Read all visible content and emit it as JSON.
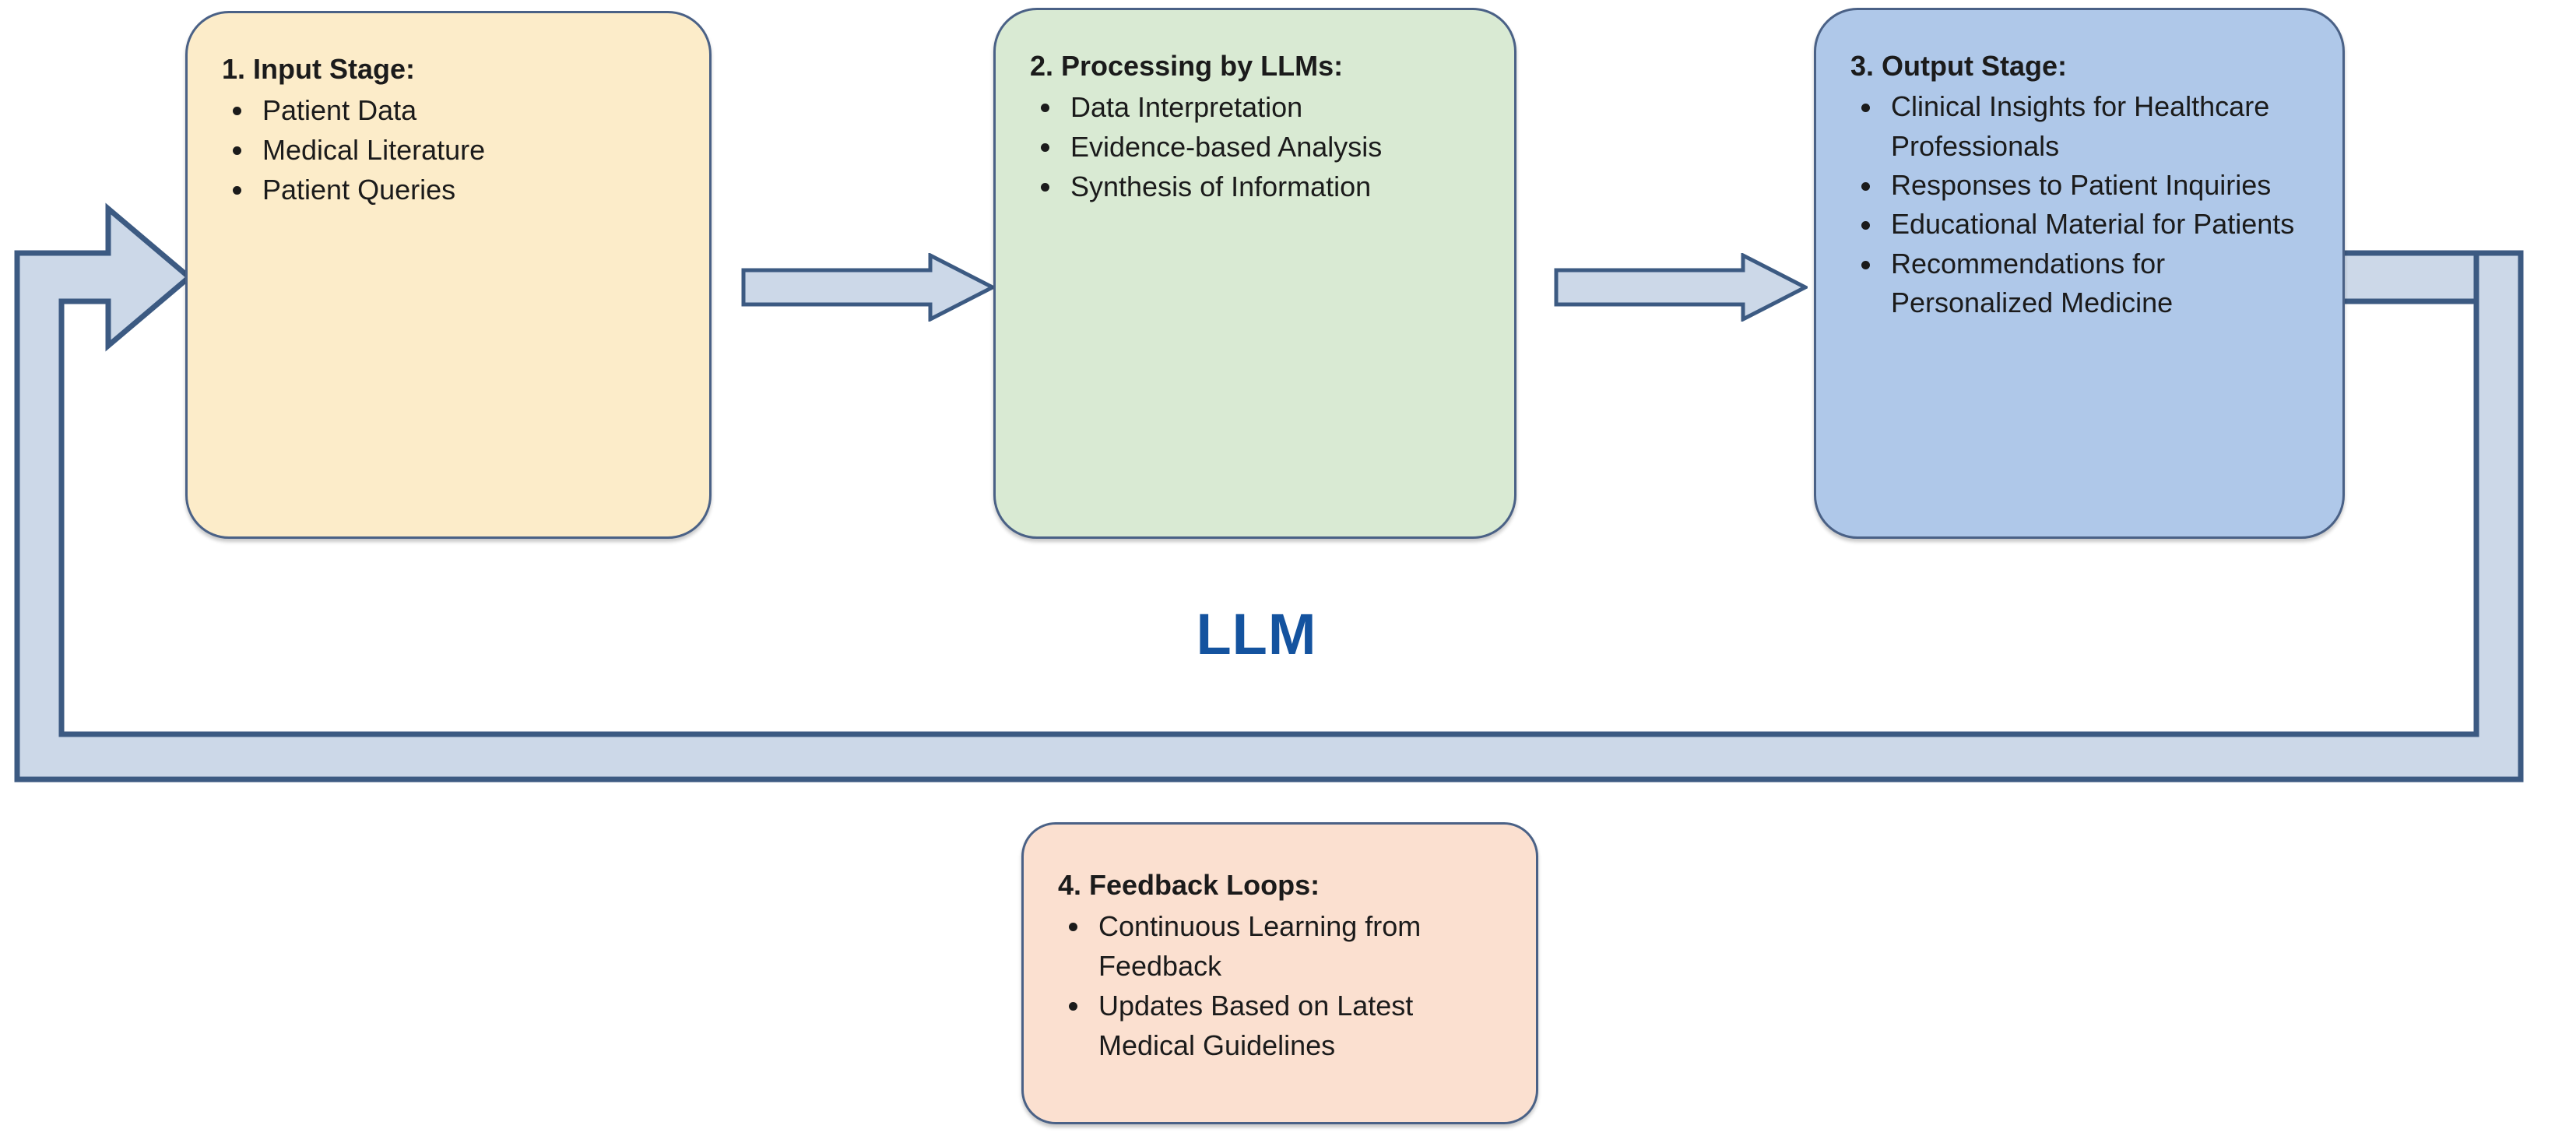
{
  "diagram": {
    "center_label": "LLM",
    "colors": {
      "input_fill": "#fcecc9",
      "processing_fill": "#d9ead3",
      "output_fill": "#afc8e9",
      "feedback_fill": "#fbe0d0",
      "node_border": "#4a6186",
      "arrow_fill": "#ccd8e8",
      "arrow_border": "#3c5a82",
      "label_color": "#14539f",
      "text_color": "#1b1b1b"
    },
    "nodes": [
      {
        "id": "input",
        "title": "1. Input Stage:",
        "items": [
          "Patient Data",
          "Medical Literature",
          "Patient Queries"
        ]
      },
      {
        "id": "processing",
        "title": "2. Processing by LLMs:",
        "items": [
          "Data Interpretation",
          "Evidence-based Analysis",
          "Synthesis of Information"
        ]
      },
      {
        "id": "output",
        "title": "3. Output Stage:",
        "items": [
          "Clinical Insights for Healthcare Professionals",
          "Responses to Patient Inquiries",
          "Educational Material for Patients",
          "Recommendations for Personalized Medicine"
        ]
      },
      {
        "id": "feedback",
        "title": "4. Feedback Loops:",
        "items": [
          "Continuous Learning from Feedback",
          "Updates Based on Latest Medical Guidelines"
        ]
      }
    ],
    "connectors": [
      {
        "id": "arrow-input-to-processing",
        "kind": "block-arrow",
        "direction": "right"
      },
      {
        "id": "arrow-processing-to-output",
        "kind": "block-arrow",
        "direction": "right"
      },
      {
        "id": "feedback-loop",
        "kind": "pipe-loop",
        "direction": "right",
        "from": "output",
        "to": "input"
      }
    ]
  }
}
